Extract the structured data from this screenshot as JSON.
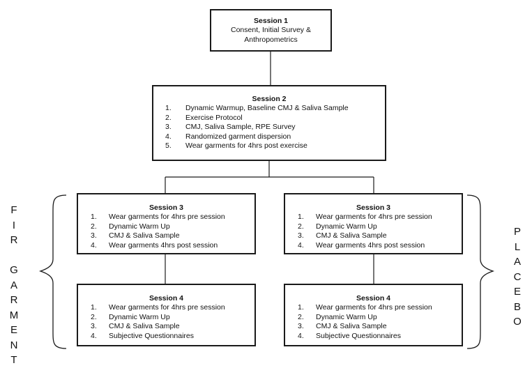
{
  "session1": {
    "title": "Session 1",
    "lines": [
      "Consent, Initial Survey &",
      "Anthropometrics"
    ]
  },
  "session2": {
    "title": "Session 2",
    "items": [
      {
        "num": "1.",
        "text": "Dynamic Warmup, Baseline CMJ & Saliva Sample"
      },
      {
        "num": "2.",
        "text": "Exercise Protocol"
      },
      {
        "num": "3.",
        "text": "CMJ, Saliva Sample, RPE Survey"
      },
      {
        "num": "4.",
        "text": "Randomized garment dispersion"
      },
      {
        "num": "5.",
        "text": "Wear garments for 4hrs post exercise"
      }
    ]
  },
  "left_session3": {
    "title": "Session 3",
    "items": [
      {
        "num": "1.",
        "text": "Wear garments for 4hrs pre session"
      },
      {
        "num": "2.",
        "text": "Dynamic Warm Up"
      },
      {
        "num": "3.",
        "text": "CMJ & Saliva Sample"
      },
      {
        "num": "4.",
        "text": "Wear garments 4hrs post session"
      }
    ]
  },
  "left_session4": {
    "title": "Session 4",
    "items": [
      {
        "num": "1.",
        "text": "Wear garments for 4hrs pre session"
      },
      {
        "num": "2.",
        "text": "Dynamic Warm Up"
      },
      {
        "num": "3.",
        "text": "CMJ & Saliva Sample"
      },
      {
        "num": "4.",
        "text": "Subjective Questionnaires"
      }
    ]
  },
  "right_session3": {
    "title": "Session 3",
    "items": [
      {
        "num": "1.",
        "text": "Wear garments for 4hrs pre session"
      },
      {
        "num": "2.",
        "text": "Dynamic Warm Up"
      },
      {
        "num": "3.",
        "text": "CMJ & Saliva Sample"
      },
      {
        "num": "4.",
        "text": "Wear garments 4hrs post session"
      }
    ]
  },
  "right_session4": {
    "title": "Session 4",
    "items": [
      {
        "num": "1.",
        "text": "Wear garments for 4hrs pre session"
      },
      {
        "num": "2.",
        "text": "Dynamic Warm Up"
      },
      {
        "num": "3.",
        "text": "CMJ & Saliva Sample"
      },
      {
        "num": "4.",
        "text": "Subjective Questionnaires"
      }
    ]
  },
  "left_label": [
    "F",
    "I",
    "R",
    "",
    "G",
    "A",
    "R",
    "M",
    "E",
    "N",
    "T"
  ],
  "right_label": [
    "P",
    "L",
    "A",
    "C",
    "E",
    "B",
    "O"
  ]
}
